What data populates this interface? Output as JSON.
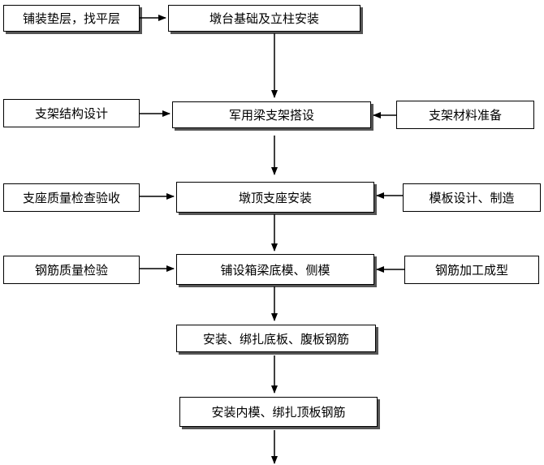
{
  "main_flow": [
    "墩台基础及立柱安装",
    "军用梁支架搭设",
    "墩顶支座安装",
    "铺设箱梁底模、侧模",
    "安装、绑扎底板、腹板钢筋",
    "安装内模、绑扎顶板钢筋"
  ],
  "left_inputs": [
    "铺装垫层，找平层",
    "支架结构设计",
    "支座质量检查验收",
    "钢筋质量检验"
  ],
  "right_inputs": [
    "支架材料准备",
    "模板设计、制造",
    "钢筋加工成型"
  ]
}
